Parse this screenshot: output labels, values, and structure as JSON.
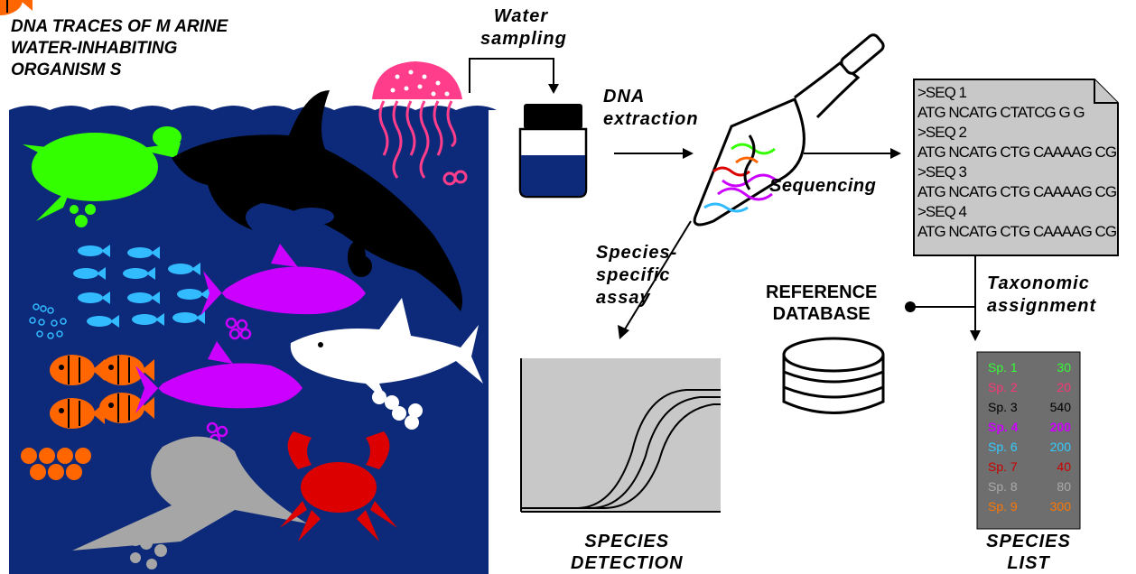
{
  "title_lines": [
    "DNA TRACES OF M ARINE",
    "WATER-INHABITING",
    "ORGANISM S"
  ],
  "steps": {
    "water_sampling": [
      "Water",
      "sampling"
    ],
    "dna_extraction": [
      "DNA",
      "extraction"
    ],
    "sequencing": "Sequencing",
    "species_specific": [
      "Species-",
      "specific",
      "assay"
    ],
    "taxonomic": [
      "Taxonomic",
      "assignment"
    ]
  },
  "reference_database": [
    "REFERENCE",
    "DATABASE"
  ],
  "outputs": {
    "species_detection": [
      "SPECIES",
      "DETECTION"
    ],
    "species_list": [
      "SPECIES",
      "LIST"
    ]
  },
  "sequences": [
    ">SEQ  1",
    "ATG NCATG CTATCG G G",
    ">SEQ  2",
    "ATG NCATG CTG CAAAAG CG T",
    ">SEQ  3",
    "ATG NCATG CTG CAAAAG CG T",
    ">SEQ  4",
    "ATG NCATG CTG CAAAAG CG T"
  ],
  "species_list": [
    {
      "name": "Sp.  1",
      "count": "30",
      "color": "#33ff33"
    },
    {
      "name": "Sp.  2",
      "count": "20",
      "color": "#ff3377"
    },
    {
      "name": "Sp.  3",
      "count": "540",
      "color": "#000000"
    },
    {
      "name": "Sp.  4",
      "count": "200",
      "color": "#cc00ff"
    },
    {
      "name": "Sp.  6",
      "count": "200",
      "color": "#33ccff"
    },
    {
      "name": "Sp.  7",
      "count": "40",
      "color": "#cc0000"
    },
    {
      "name": "Sp.  8",
      "count": "80",
      "color": "#aaaaaa"
    },
    {
      "name": "Sp.  9",
      "count": "300",
      "color": "#ff7700"
    }
  ],
  "colors": {
    "ocean": "#0d2a7a",
    "turtle": "#33ff00",
    "jellyfish": "#ff3d8b",
    "small_fish": "#33bbff",
    "tuna": "#cc00ff",
    "clownfish": "#ff6600",
    "crab": "#dd0000",
    "manta": "#a6a6a6",
    "panel_gray": "#c8c8c8"
  }
}
